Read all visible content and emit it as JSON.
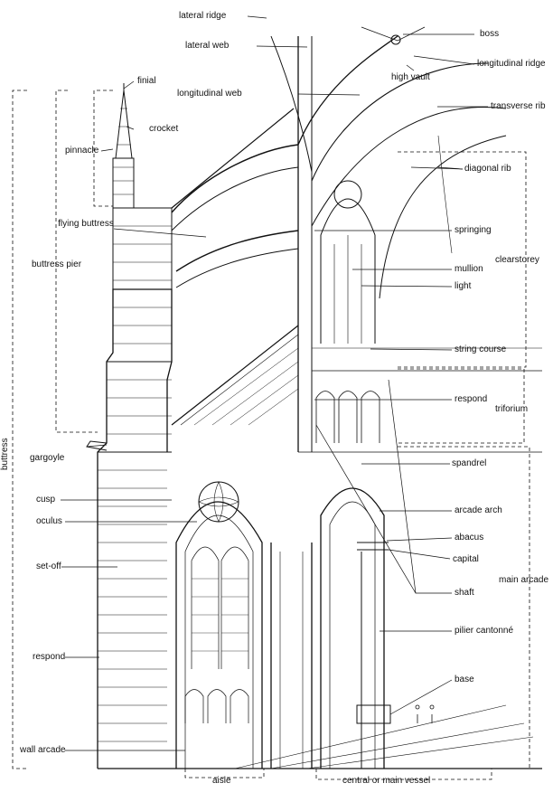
{
  "colors": {
    "ink": "#111111",
    "paper": "#ffffff"
  },
  "labels": {
    "lateral_ridge": "lateral ridge",
    "lateral_web": "lateral web",
    "longitudinal_web": "longitudinal web",
    "boss": "boss",
    "longitudinal_ridge": "longitudinal ridge",
    "high_vault": "high vault",
    "transverse_rib": "transverse rib",
    "diagonal_rib": "diagonal rib",
    "finial": "finial",
    "crocket": "crocket",
    "pinnacle": "pinnacle",
    "flying_buttress": "flying buttress",
    "buttress_pier": "buttress pier",
    "buttress": "buttress",
    "springing": "springing",
    "clearstorey": "clearstorey",
    "mullion": "mullion",
    "light": "light",
    "string_course": "string course",
    "respond_right": "respond",
    "triforium": "triforium",
    "gargoyle": "gargoyle",
    "spandrel": "spandrel",
    "cusp": "cusp",
    "arcade_arch": "arcade arch",
    "oculus": "oculus",
    "abacus": "abacus",
    "capital": "capital",
    "set_off": "set-off",
    "main_arcade": "main arcade",
    "shaft": "shaft",
    "pilier_cantonne": "pilier cantonné",
    "respond_left": "respond",
    "base": "base",
    "wall_arcade": "wall arcade",
    "aisle": "aisle",
    "central_vessel": "central or main vessel"
  }
}
